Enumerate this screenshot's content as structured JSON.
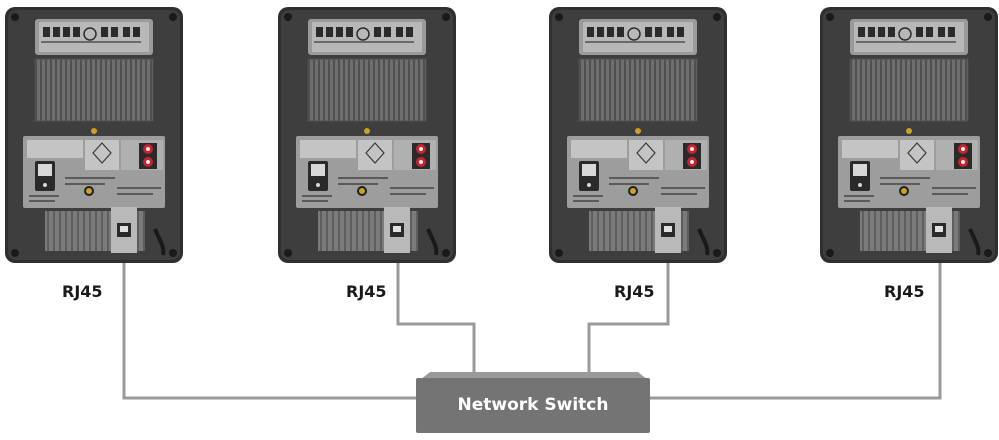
{
  "diagram": {
    "port_label": "RJ45",
    "switch_label": "Network Switch",
    "speaker_count": 4,
    "colors": {
      "speaker_body": "#3a3a3a",
      "speaker_panel": "#8a8a8a",
      "cable": "#9a9a9a",
      "switch_fill": "#747474",
      "switch_text": "#ffffff",
      "label_text": "#1a1a1a",
      "rca_red": "#c8232c",
      "gold": "#c9a227"
    }
  }
}
